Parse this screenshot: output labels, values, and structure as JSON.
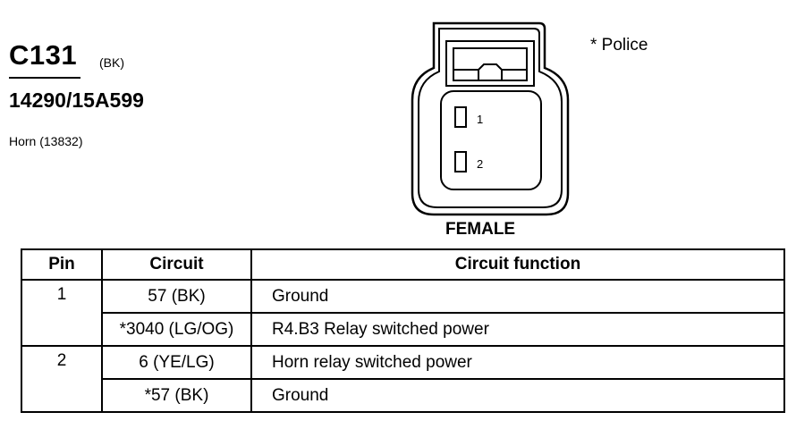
{
  "connector": {
    "id": "C131",
    "color": "(BK)",
    "part_number": "14290/15A599",
    "component": "Horn (13832)",
    "gender": "FEMALE",
    "note": "* Police",
    "pin_labels": [
      "1",
      "2"
    ]
  },
  "table": {
    "headers": [
      "Pin",
      "Circuit",
      "Circuit function"
    ],
    "rows": [
      {
        "pin": "1",
        "circuit": "57 (BK)",
        "function": "Ground"
      },
      {
        "pin": "",
        "circuit": "*3040 (LG/OG)",
        "function": "R4.B3 Relay switched power"
      },
      {
        "pin": "2",
        "circuit": "6 (YE/LG)",
        "function": "Horn relay switched power"
      },
      {
        "pin": "",
        "circuit": "*57 (BK)",
        "function": "Ground"
      }
    ]
  }
}
